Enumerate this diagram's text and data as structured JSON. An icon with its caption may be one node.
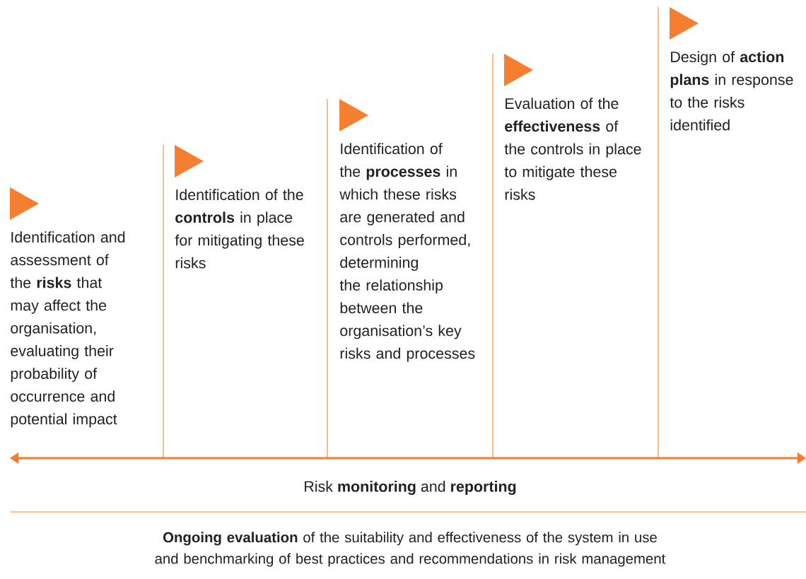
{
  "diagram": {
    "labels": [
      "Identification and assessment of the **risks** that may affect the organisation, evaluating their probability of occurrence and potential impact",
      "Identification of the **controls** in place for mitigating these risks",
      "Identification of the **processes** in which these risks are generated and controls performed, determining the relationship between the organisation’s key risks and processes",
      "Evaluation of the **effectiveness** of the controls in place to mitigate these risks",
      "Design of **action plans** in response to the risks identified",
      "Risk **monitoring** and **reporting**",
      "**Ongoing evaluation** of the suitability and effectiveness of the system in use and benchmarking of best practices and recommendations in risk management"
    ]
  }
}
